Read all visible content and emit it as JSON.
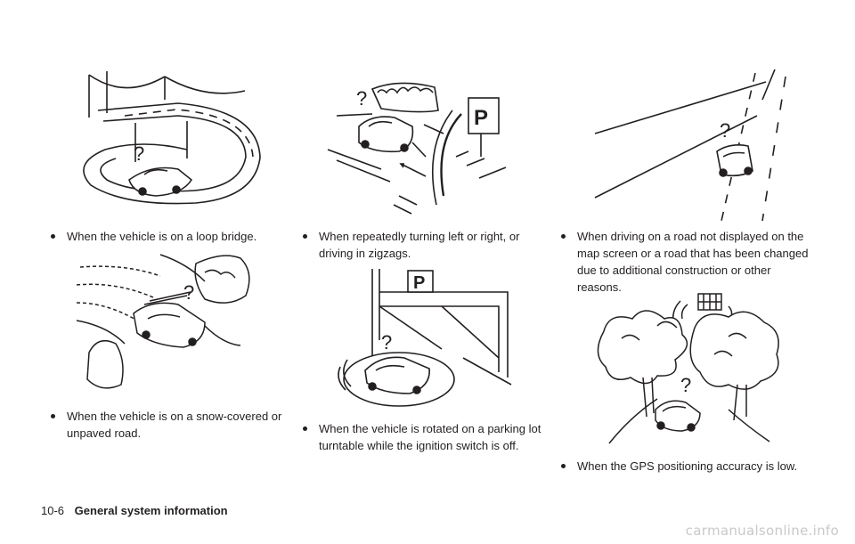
{
  "bullets": {
    "loop_bridge": "When the vehicle is on a loop bridge.",
    "snow_road": "When the vehicle is on a snow-covered or unpaved road.",
    "zigzag": "When repeatedly turning left or right, or driving in zigzags.",
    "turntable": "When the vehicle is rotated on a parking lot turntable while the ignition switch is off.",
    "new_road": "When driving on a road not displayed on the map screen or a road that has been changed due to additional construction or other reasons.",
    "gps_low": "When the GPS positioning accuracy is low."
  },
  "footer": {
    "page_number": "10-6",
    "section_title": "General system information"
  },
  "watermark": "carmanualsonline.info",
  "illustration_marks": {
    "question_mark": "?",
    "parking_sign": "P"
  }
}
